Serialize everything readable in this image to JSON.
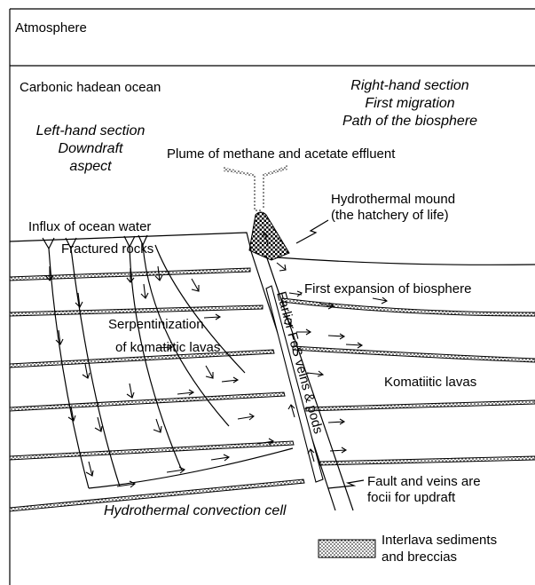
{
  "figure": {
    "labels": {
      "atmosphere": "Atmosphere",
      "ocean": "Carbonic hadean ocean",
      "right_section": [
        "Right-hand section",
        "First migration",
        "Path of the biosphere"
      ],
      "left_section": [
        "Left-hand section",
        "Downdraft",
        "aspect"
      ],
      "plume": "Plume of methane and acetate effluent",
      "mound": [
        "Hydrothermal mound",
        "(the hatchery of life)"
      ],
      "influx": "Influx of ocean water",
      "fractured": "Fractured rocks",
      "expansion": "First expansion of biosphere",
      "serpentinization": "Serpentinization",
      "komatiitic_lavas_of": "of komatiitic lavas",
      "veins": "Earlier FeS veins & pods",
      "komatiitic_lavas": "Komatiitic lavas",
      "fault": [
        "Fault and veins are",
        "focii for updraft"
      ],
      "convection": "Hydrothermal convection cell"
    },
    "legend": {
      "sediments": [
        "Interlava sediments",
        "and breccias"
      ]
    },
    "colors": {
      "ink": "#000000",
      "background": "#ffffff"
    }
  }
}
